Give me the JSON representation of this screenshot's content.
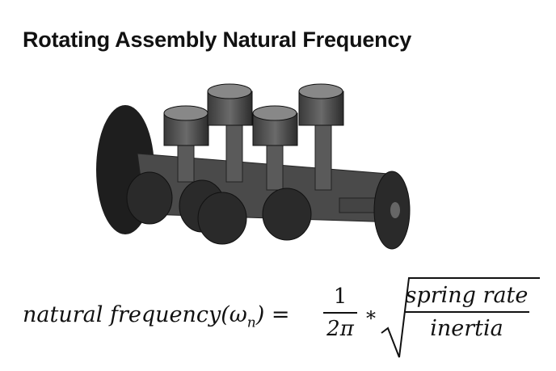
{
  "title": "Rotating Assembly Natural Frequency",
  "formula": {
    "lhs": "natural frequency(ω",
    "lhs_sub": "n",
    "lhs_close": ") =",
    "numerator": "1",
    "denominator": "2π",
    "operator": "*",
    "radicand_numerator": "spring rate",
    "radicand_denominator": "inertia"
  }
}
